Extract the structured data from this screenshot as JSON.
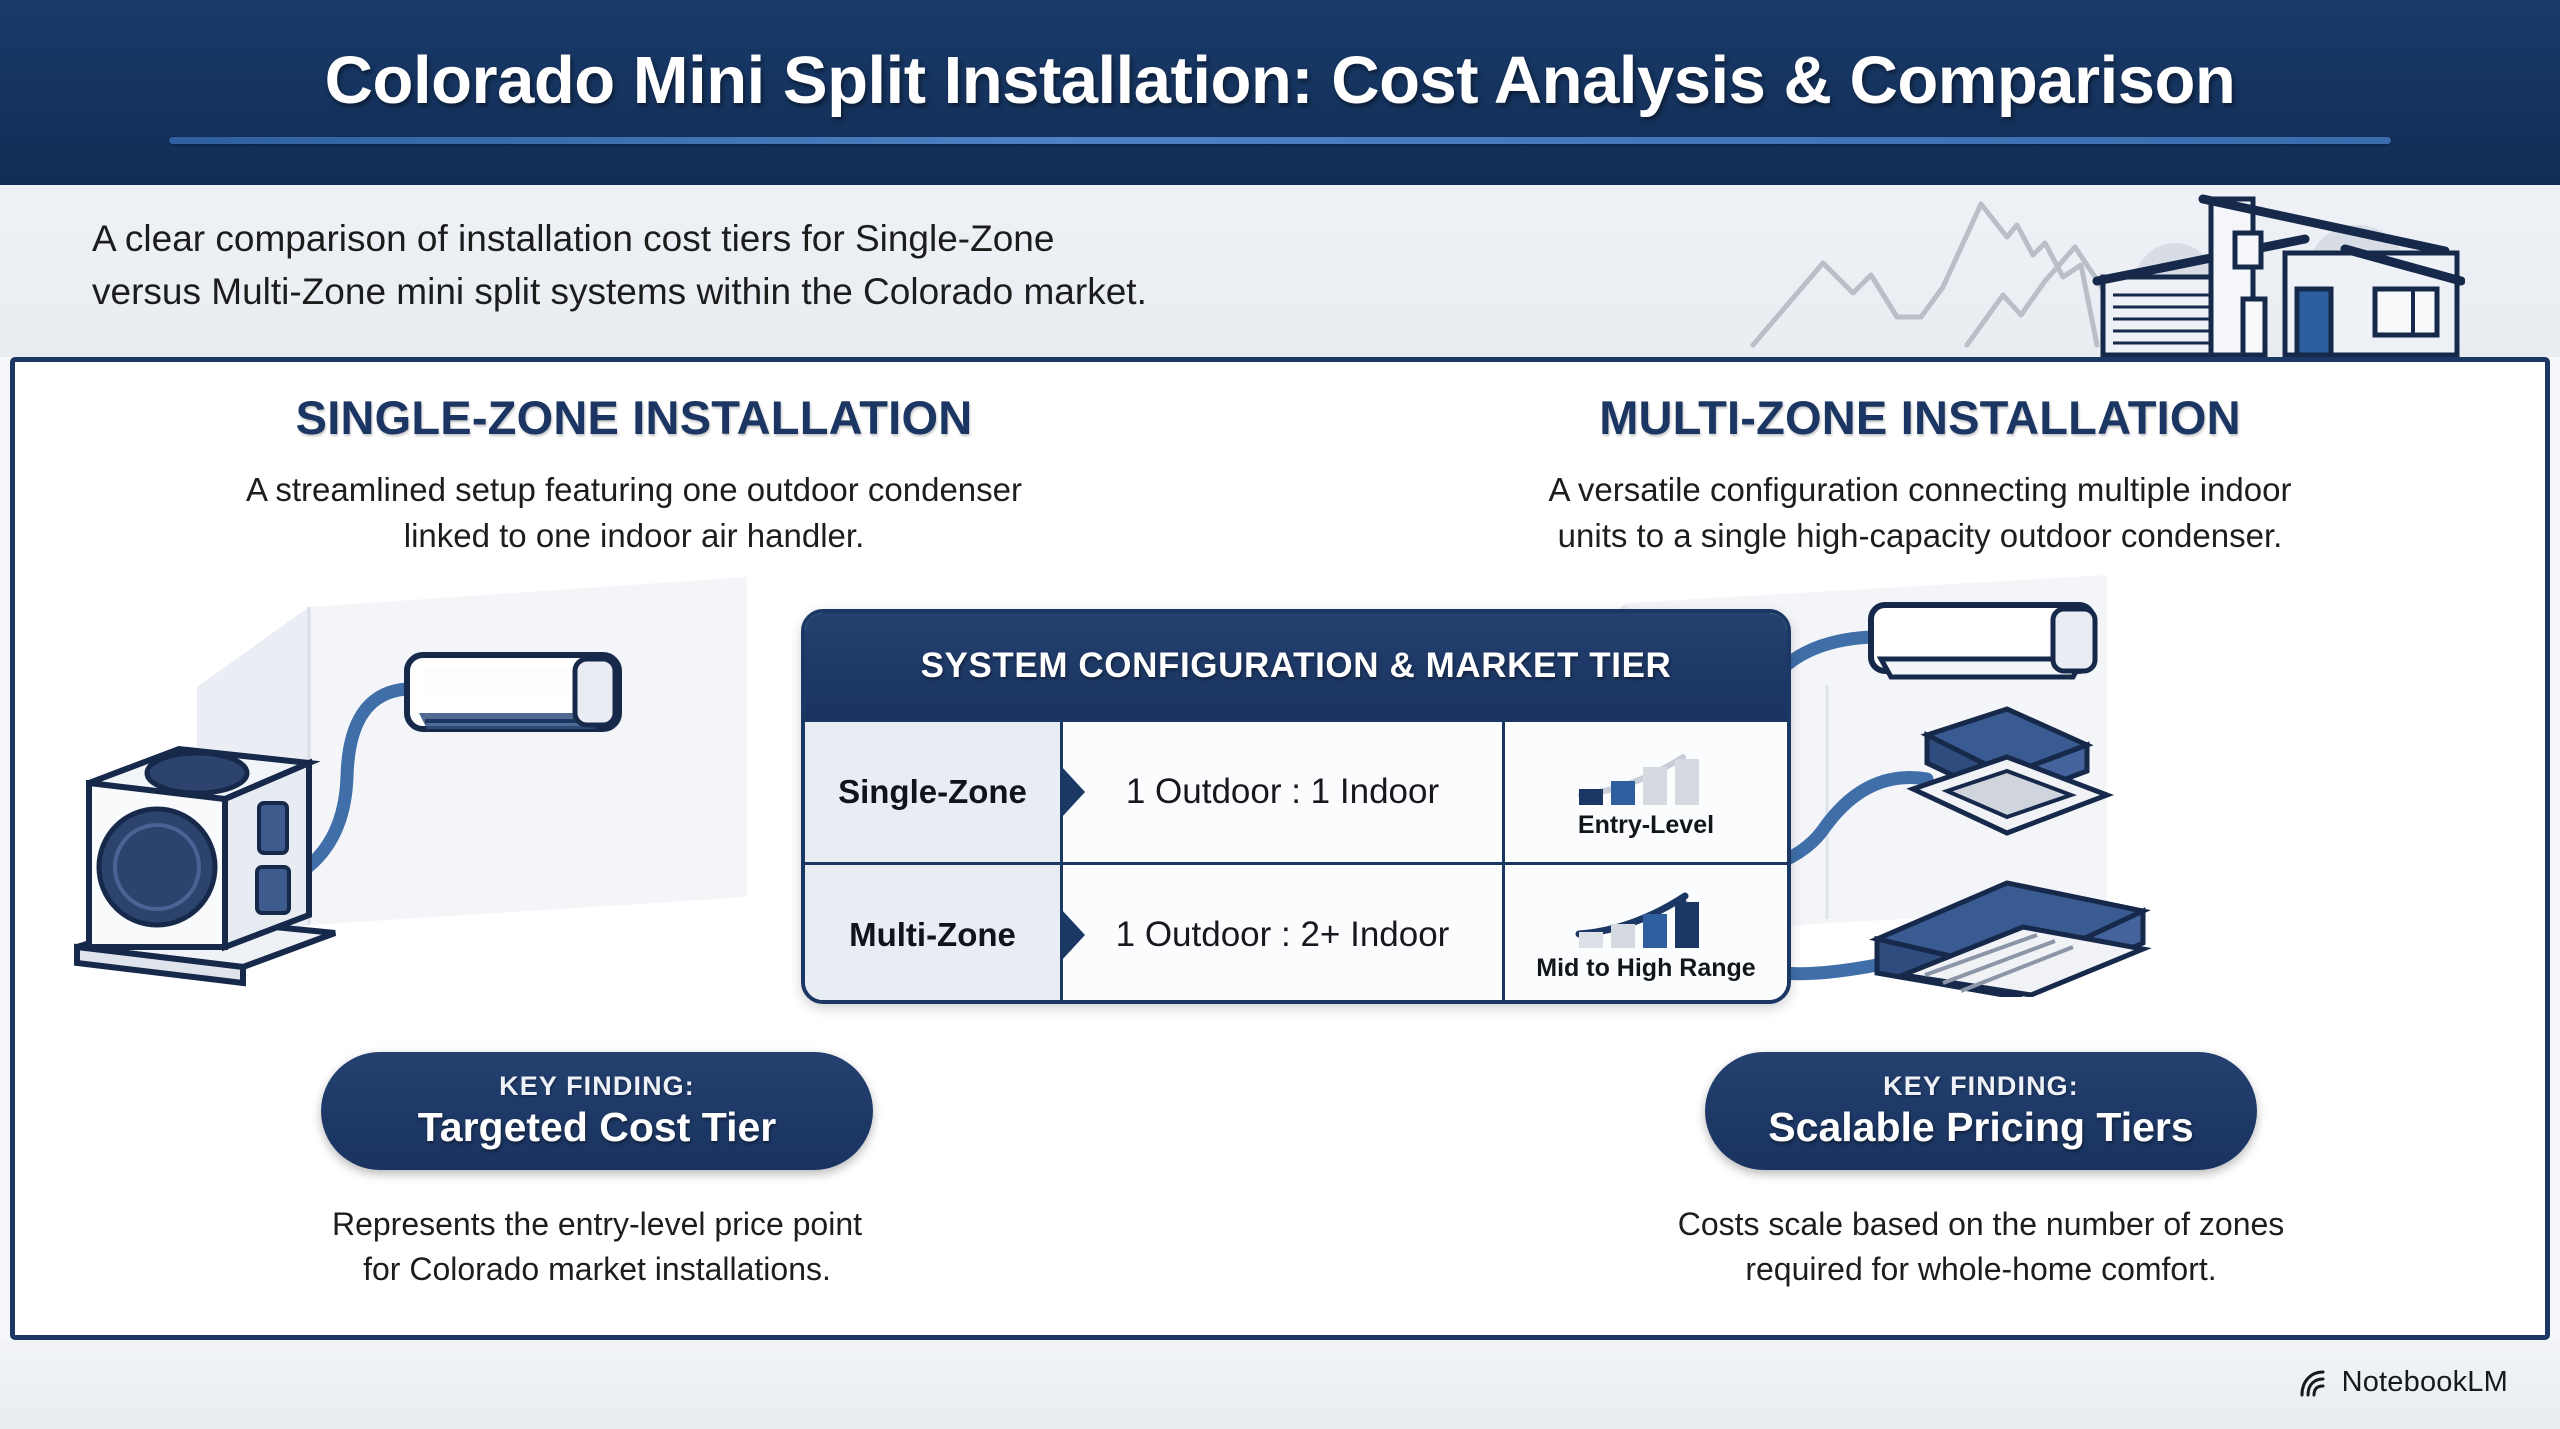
{
  "header": {
    "title": "Colorado Mini Split Installation: Cost Analysis & Comparison",
    "accent_color": "#1b3764",
    "background_color": "#15335e"
  },
  "intro": {
    "line1": "A clear comparison of installation cost tiers for Single-Zone",
    "line2": "versus Multi-Zone mini split systems within the Colorado market.",
    "artwork": [
      "mountain-range-icon",
      "house-icon"
    ]
  },
  "columns": [
    {
      "heading": "SINGLE-ZONE INSTALLATION",
      "sub_line1": "A streamlined setup featuring one outdoor condenser",
      "sub_line2": "linked to one indoor air handler.",
      "illustration": "single-zone-diagram",
      "key_finding_kicker": "KEY FINDING:",
      "key_finding_title": "Targeted Cost Tier",
      "note_line1": "Represents the entry-level price point",
      "note_line2": "for Colorado market installations."
    },
    {
      "heading": "MULTI-ZONE INSTALLATION",
      "sub_line1": "A versatile configuration connecting multiple indoor",
      "sub_line2": "units to a single high-capacity outdoor condenser.",
      "illustration": "multi-zone-diagram",
      "key_finding_kicker": "KEY FINDING:",
      "key_finding_title": "Scalable Pricing Tiers",
      "note_line1": "Costs scale based on the number of zones",
      "note_line2": "required for whole-home comfort."
    }
  ],
  "table": {
    "title": "SYSTEM CONFIGURATION & MARKET TIER",
    "rows": [
      {
        "label": "Single-Zone",
        "configuration": "1 Outdoor : 1 Indoor",
        "tier": "Entry-Level"
      },
      {
        "label": "Multi-Zone",
        "configuration": "1 Outdoor : 2+ Indoor",
        "tier": "Mid to High Range"
      }
    ]
  },
  "chart_data": [
    {
      "type": "bar",
      "title": "Entry-Level",
      "categories": [
        "1",
        "2",
        "3",
        "4"
      ],
      "values": [
        18,
        34,
        66,
        84
      ],
      "highlight_index": [
        0,
        1
      ],
      "bar_colors": [
        "#1b3764",
        "#2f5f9e",
        "#d5d9e0",
        "#d5d9e0"
      ],
      "trend": "rising",
      "xlabel": "",
      "ylabel": "",
      "ylim": [
        0,
        100
      ],
      "grid": false,
      "legend": "none"
    },
    {
      "type": "bar",
      "title": "Mid to High Range",
      "categories": [
        "1",
        "2",
        "3",
        "4"
      ],
      "values": [
        26,
        44,
        70,
        96
      ],
      "highlight_index": [
        2,
        3
      ],
      "bar_colors": [
        "#dcdfe5",
        "#d5d9e0",
        "#2f5f9e",
        "#1b3764"
      ],
      "trend": "rising",
      "xlabel": "",
      "ylabel": "",
      "ylim": [
        0,
        100
      ],
      "grid": false,
      "legend": "none"
    }
  ],
  "footer": {
    "brand": "NotebookLM",
    "brand_icon": "notebooklm-arc-icon"
  }
}
